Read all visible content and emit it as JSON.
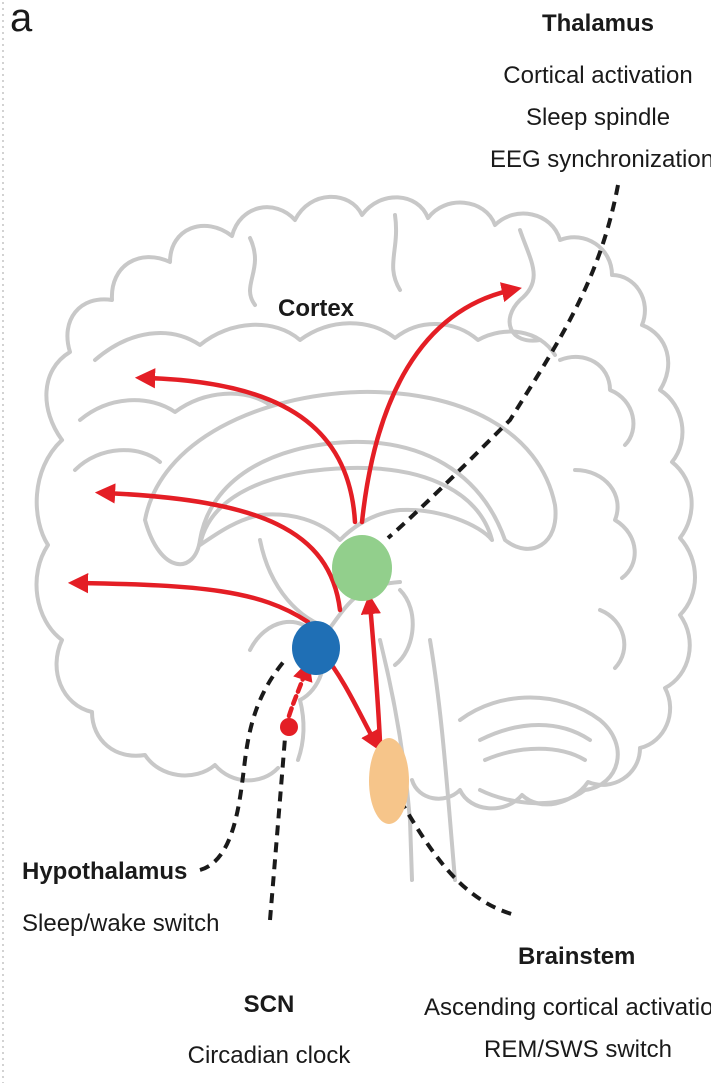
{
  "panel_letter": "a",
  "labels": {
    "thalamus": {
      "title": "Thalamus",
      "lines": [
        "Cortical activation",
        "Sleep spindle",
        "EEG synchronization"
      ]
    },
    "cortex": "Cortex",
    "hypothalamus": {
      "title": "Hypothalamus",
      "lines": [
        "Sleep/wake switch"
      ]
    },
    "scn": {
      "title": "SCN",
      "lines": [
        "Circadian clock"
      ]
    },
    "brainstem": {
      "title": "Brainstem",
      "lines": [
        "Ascending cortical activation",
        "REM/SWS switch"
      ]
    }
  },
  "colors": {
    "brain_outline": "#c8c8c8",
    "arrow": "#e41e25",
    "thalamus_node": "#92cf8c",
    "hypothalamus_node": "#1f6fb5",
    "scn_node": "#e41e25",
    "brainstem_node": "#f6c58a",
    "leader_line": "#1a1a1a"
  }
}
